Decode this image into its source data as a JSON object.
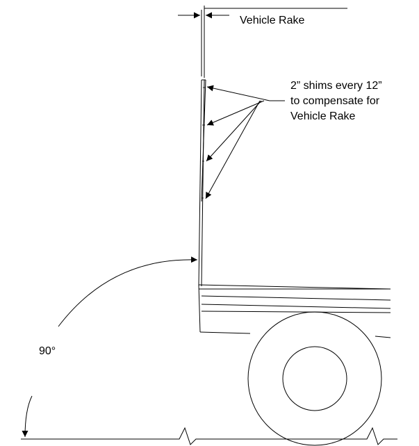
{
  "labels": {
    "vehicle_rake": "Vehicle Rake",
    "shims_line1": "2” shims every 12”",
    "shims_line2": "to compensate for",
    "shims_line3": "Vehicle Rake",
    "angle": "90°"
  },
  "colors": {
    "line": "#000000",
    "background": "#ffffff"
  }
}
